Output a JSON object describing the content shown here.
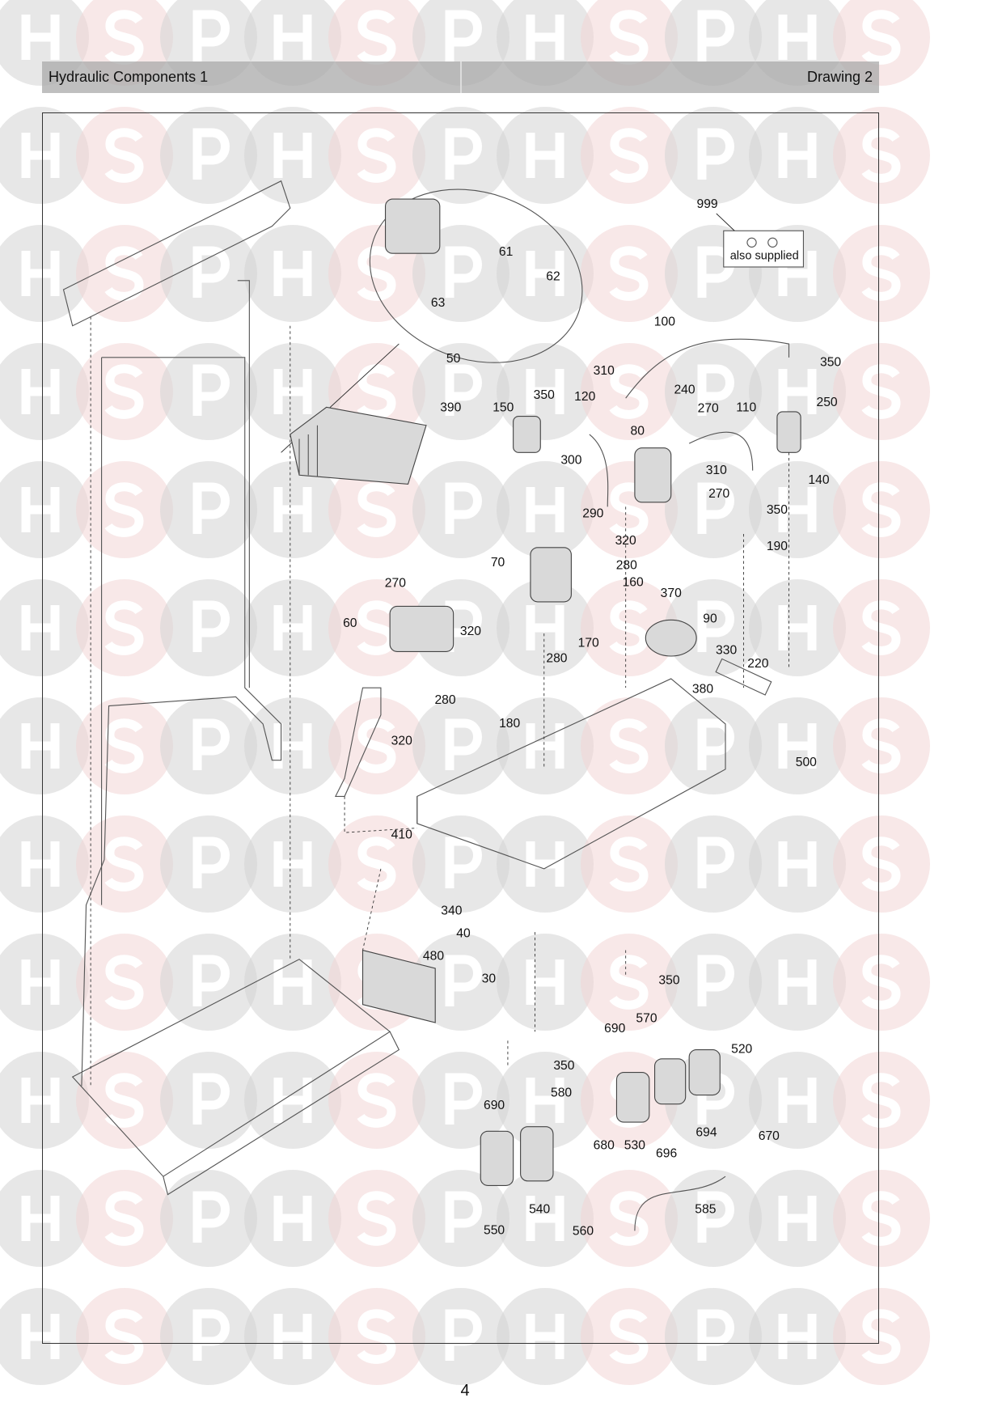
{
  "watermark": {
    "letters": [
      "H",
      "S",
      "P"
    ],
    "colors": {
      "h": "#d4d4d4",
      "s": "#f2d6d6",
      "p": "#d4d4d4"
    }
  },
  "header": {
    "title": "Hydraulic Components 1",
    "drawing": "Drawing 2"
  },
  "footer": {
    "page_number": "4"
  },
  "also_supplied": {
    "ref": "999",
    "label": "also supplied"
  },
  "callouts": [
    "61",
    "62",
    "63",
    "100",
    "50",
    "390",
    "310",
    "350",
    "120",
    "150",
    "240",
    "270",
    "110",
    "350",
    "250",
    "80",
    "310",
    "270",
    "140",
    "300",
    "350",
    "290",
    "320",
    "190",
    "70",
    "280",
    "270",
    "160",
    "370",
    "90",
    "60",
    "320",
    "170",
    "280",
    "330",
    "220",
    "380",
    "280",
    "180",
    "320",
    "500",
    "410",
    "340",
    "40",
    "480",
    "30",
    "350",
    "690",
    "570",
    "520",
    "350",
    "580",
    "690",
    "694",
    "670",
    "680",
    "530",
    "696",
    "585",
    "540",
    "550",
    "560"
  ]
}
